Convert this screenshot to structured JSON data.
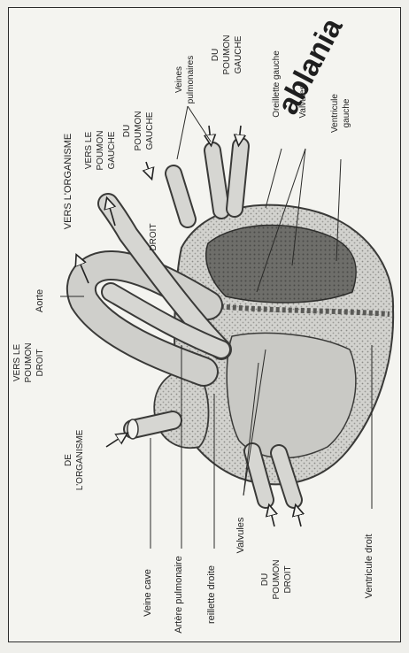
{
  "watermark": "ablania",
  "labels": {
    "aorte": "Aorte",
    "vers_organisme": "VERS L'ORGANISME",
    "vers_poumon_gauche": [
      "VERS LE",
      "POUMON",
      "GAUCHE"
    ],
    "du_poumon_gauche_1": [
      "DU",
      "POUMON",
      "GAUCHE"
    ],
    "du_poumon_gauche_2": [
      "DU",
      "POUMON",
      "GAUCHE"
    ],
    "veines_pulmonaires": [
      "Veines",
      "pulmonaires"
    ],
    "oreillette_gauche": "Oreillette gauche",
    "valvules_top": "Valvules",
    "ventricule_gauche": [
      "Ventricule",
      "gauche"
    ],
    "vers_poumon_droit": [
      "VERS LE",
      "POUMON",
      "DROIT"
    ],
    "de_organisme": [
      "DE",
      "L'ORGANISME"
    ],
    "du_poumon_droit": [
      "DU",
      "POUMON",
      "DROIT"
    ],
    "droit_inner": "DROIT",
    "veine_cave": "Veine cave",
    "artere_pulmonaire": "Artère pulmonaire",
    "oreillette_droite": "reillette droite",
    "valvules_bottom": "Valvules",
    "ventricule_droit": "Ventricule droit"
  }
}
